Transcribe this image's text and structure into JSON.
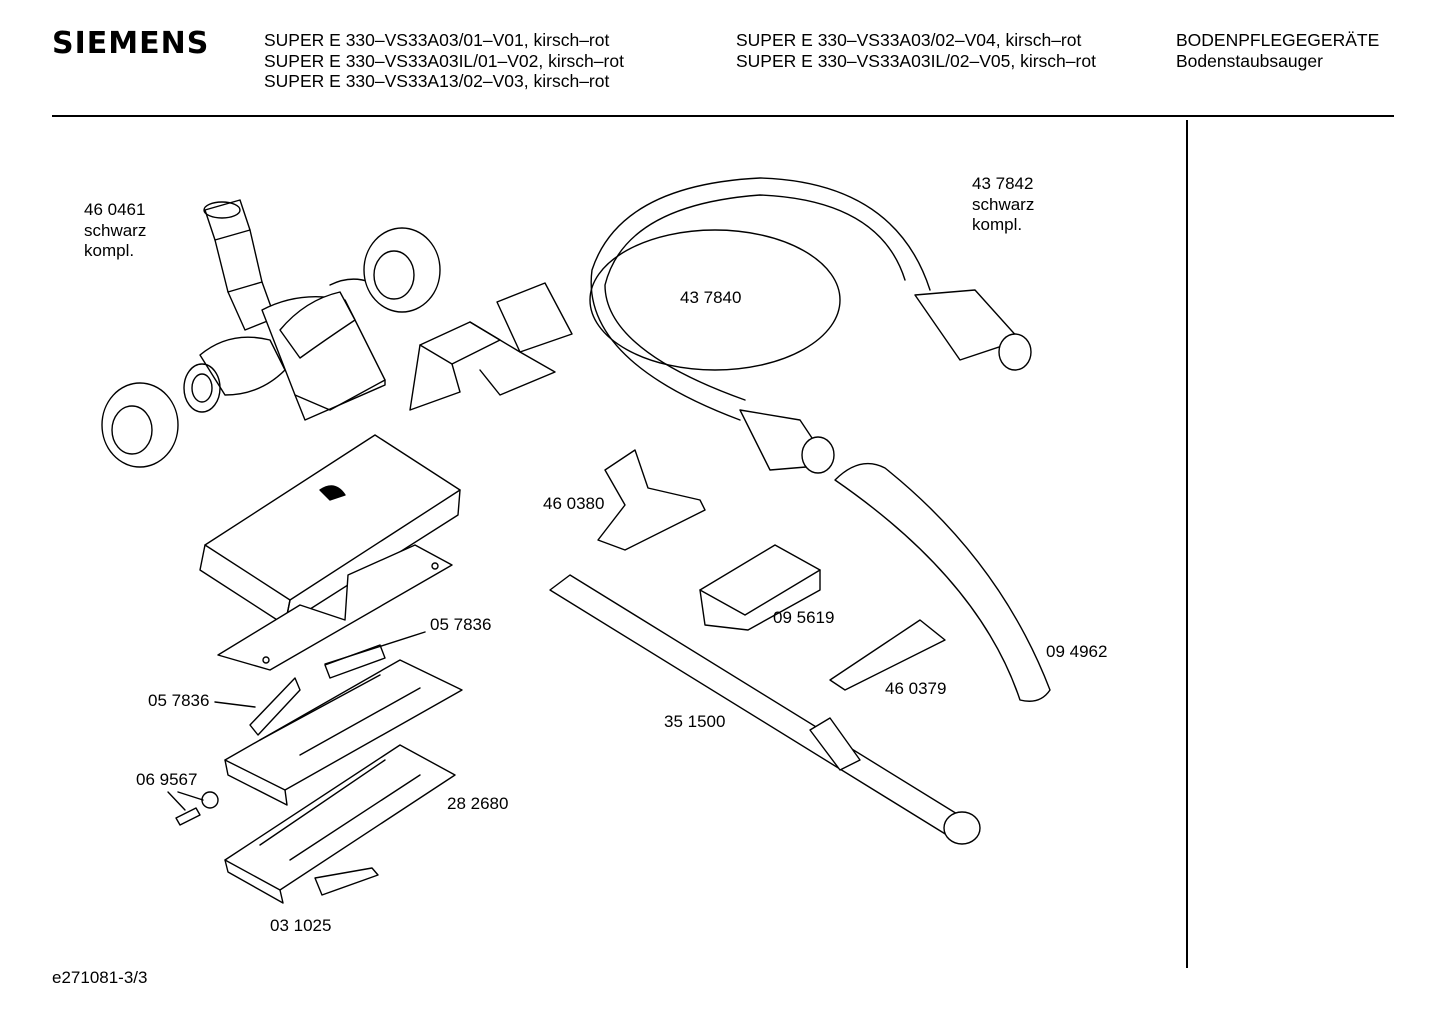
{
  "brand": "SIEMENS",
  "header": {
    "models_col1": [
      "SUPER E 330–VS33A03/01–V01, kirsch–rot",
      "SUPER E 330–VS33A03IL/01–V02, kirsch–rot",
      "SUPER E 330–VS33A13/02–V03, kirsch–rot"
    ],
    "models_col2": [
      "SUPER E 330–VS33A03/02–V04, kirsch–rot",
      "SUPER E 330–VS33A03IL/02–V05, kirsch–rot"
    ],
    "category": "BODENPFLEGEGERÄTE",
    "subcategory": "Bodenstaubsauger"
  },
  "parts": {
    "p460461": [
      "46 0461",
      "schwarz",
      "kompl."
    ],
    "p437842": [
      "43 7842",
      "schwarz",
      "kompl."
    ],
    "p437840": "43 7840",
    "p460380": "46 0380",
    "p095619": "09 5619",
    "p057836a": "05 7836",
    "p057836b": "05 7836",
    "p094962": "09 4962",
    "p460379": "46 0379",
    "p351500": "35 1500",
    "p069567": "06 9567",
    "p282680": "28 2680",
    "p031025": "03 1025"
  },
  "footer": "e271081-3/3"
}
